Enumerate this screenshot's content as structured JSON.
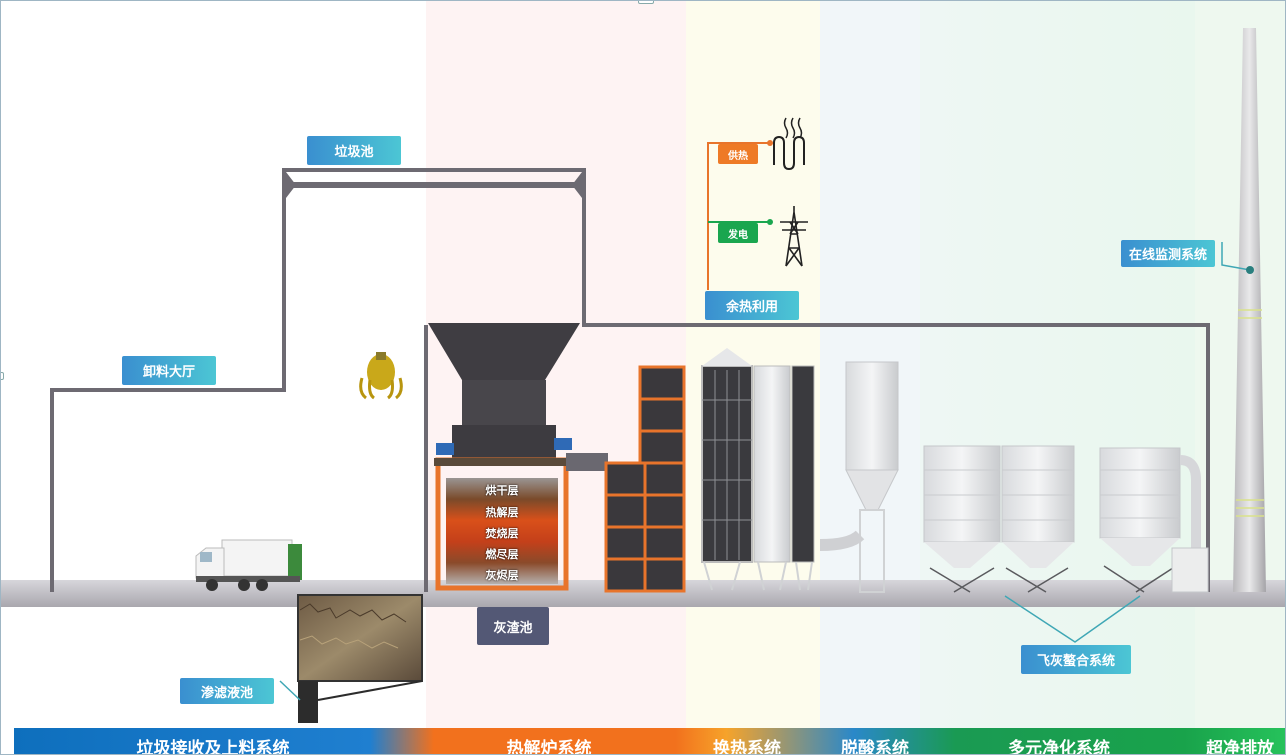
{
  "labels": {
    "garbage_pool": "垃圾池",
    "unloading_hall": "卸料大厅",
    "leachate_pool": "渗滤液池",
    "ash_pool": "灰渣池",
    "heat_recovery": "余热利用",
    "heat_supply": "供热",
    "power_gen": "发电",
    "online_monitor": "在线监测系统",
    "fly_ash": "飞灰螯合系统"
  },
  "furnace_layers": [
    "烘干层",
    "热解层",
    "焚烧层",
    "燃尽层",
    "灰烬层"
  ],
  "bottom_sections": [
    "垃圾接收及上料系统",
    "热解炉系统",
    "换热系统",
    "脱酸系统",
    "多元净化系统",
    "超净排放"
  ],
  "colors": {
    "pipe": "#6d6a72",
    "orange_frame": "#e8742b",
    "teal_label": "#45b7d3",
    "heat_line": "#e8742b",
    "power_line": "#1aa64f"
  }
}
